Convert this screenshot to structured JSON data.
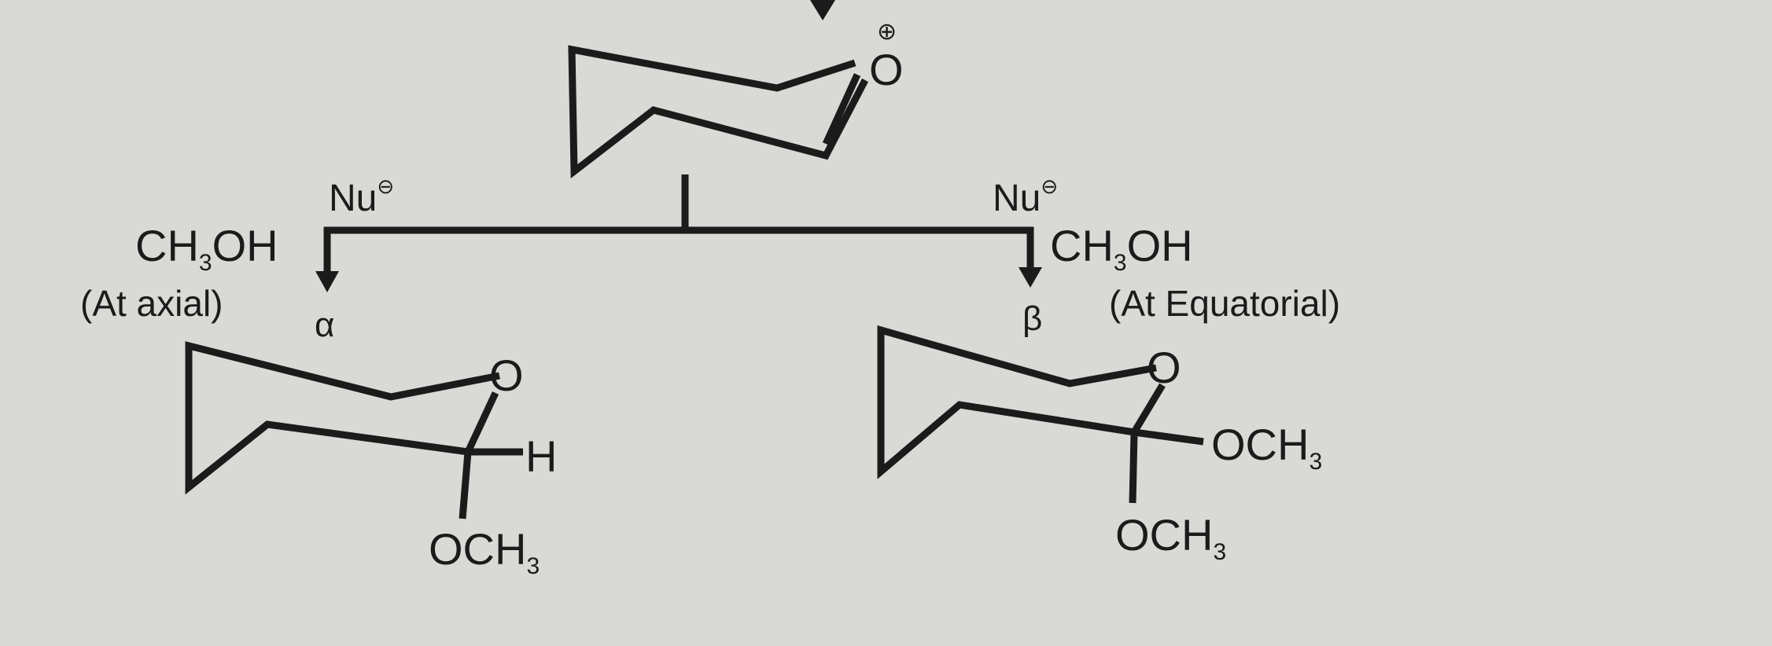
{
  "top": {
    "oxygen": "O",
    "charge": "⊕"
  },
  "left_branch": {
    "nucleophile": "Nu",
    "nucleophile_charge": "⊖",
    "reagent": {
      "main": "CH",
      "sub": "3",
      "tail": "OH"
    },
    "position": "(At axial)",
    "anomer": "α",
    "product": {
      "ring_oxygen": "O",
      "substituent_h": "H",
      "substituent": {
        "main": "OCH",
        "sub": "3"
      }
    }
  },
  "right_branch": {
    "nucleophile": "Nu",
    "nucleophile_charge": "⊖",
    "reagent": {
      "main": "CH",
      "sub": "3",
      "tail": "OH"
    },
    "position": "(At Equatorial)",
    "anomer": "β",
    "product": {
      "ring_oxygen": "O",
      "substituent_side": {
        "main": "OCH",
        "sub": "3"
      },
      "substituent": {
        "main": "OCH",
        "sub": "3"
      }
    }
  },
  "colors": {
    "ink": "#1b1b1b",
    "paper": "#d9d9d6"
  }
}
